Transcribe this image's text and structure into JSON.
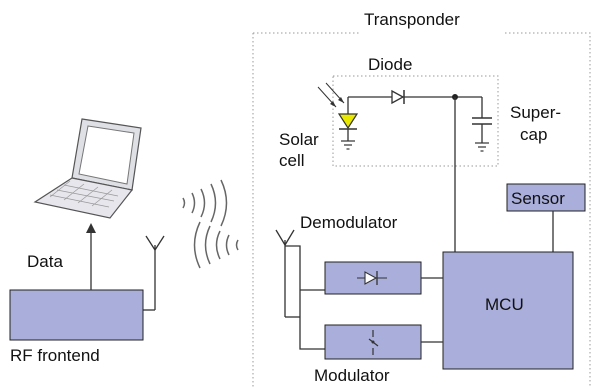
{
  "labels": {
    "transponder": "Transponder",
    "diode": "Diode",
    "solar_cell_line1": "Solar",
    "solar_cell_line2": "cell",
    "supercap_line1": "Super-",
    "supercap_line2": "cap",
    "sensor": "Sensor",
    "demodulator": "Demodulator",
    "mcu": "MCU",
    "modulator": "Modulator",
    "data": "Data",
    "rf_frontend": "RF frontend"
  },
  "colors": {
    "block_fill": "#a9aedb",
    "block_stroke": "#222222",
    "line": "#333333",
    "dotted": "#999999",
    "solar_fill": "#e8e800",
    "wave": "#666666"
  },
  "icons": [
    "laptop-icon",
    "antenna-icon",
    "radio-wave-icon",
    "diode-icon",
    "solar-cell-icon",
    "capacitor-icon",
    "ground-icon",
    "switch-icon"
  ]
}
